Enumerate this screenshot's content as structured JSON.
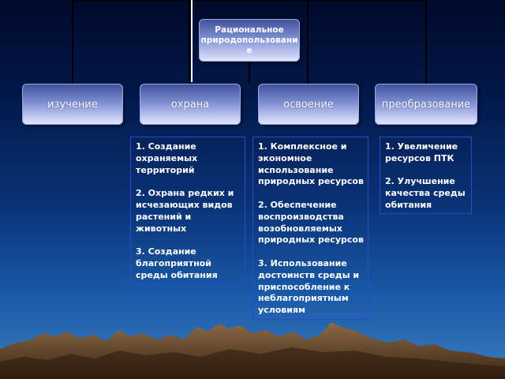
{
  "diagram": {
    "root": {
      "label": "Рациональное природопользовани е"
    },
    "categories": [
      {
        "label": "изучение"
      },
      {
        "label": "охрана"
      },
      {
        "label": "освоение"
      },
      {
        "label": "преобразование"
      }
    ],
    "panels": [
      {
        "text": "1. Создание охраняемых территорий\n\n2. Охрана редких и исчезающих видов растений и животных\n\n3. Создание благоприятной среды обитания"
      },
      {
        "text": "1. Комплексное и экономное использование природных ресурсов\n\n2. Обеспечение воспроизводства возобновляемых природных ресурсов\n\n3. Использование достоинств среды и приспособление к неблагоприятным условиям"
      },
      {
        "text": "1. Увеличение ресурсов ПТК\n\n2. Улучшение качества среды обитания"
      }
    ]
  },
  "colors": {
    "sky_top": "#000a2a",
    "sky_bottom": "#3a7cc0",
    "panel_border": "#2a4ad0",
    "connector": "#000000",
    "mountain": "#6b4a2e"
  }
}
